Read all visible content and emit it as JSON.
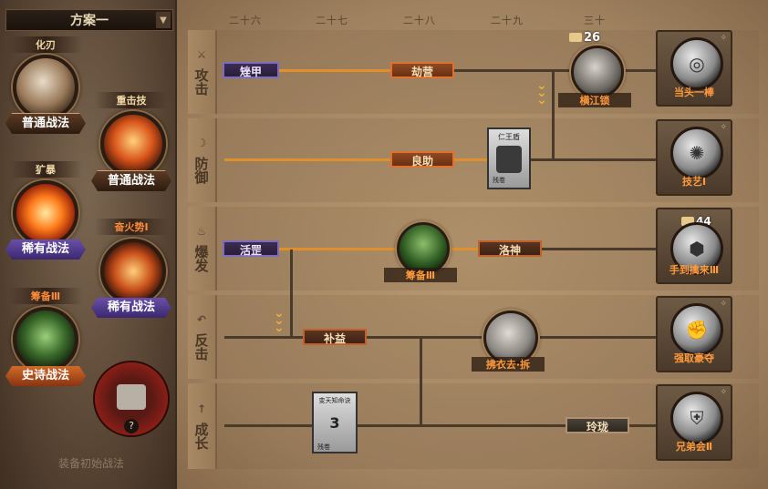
{
  "scheme_selector": {
    "label": "方案一",
    "arrow": "▼"
  },
  "equipped_skills": [
    {
      "name": "化刃",
      "type_label": "普通战法",
      "tier": "normal"
    },
    {
      "name": "重击技",
      "type_label": "普通战法",
      "tier": "normal"
    },
    {
      "name": "犷暴",
      "type_label": "稀有战法",
      "tier": "rare"
    },
    {
      "name": "奋火势Ⅰ",
      "type_label": "稀有战法",
      "tier": "rare"
    },
    {
      "name": "筹备Ⅲ",
      "type_label": "史诗战法",
      "tier": "epic"
    }
  ],
  "empty_slot": {
    "badge": "?"
  },
  "footer_text": "装备初始战法",
  "days": [
    "二十六",
    "二十七",
    "二十八",
    "二十九",
    "三十"
  ],
  "rows": [
    {
      "label": "攻击",
      "icon": "⚔"
    },
    {
      "label": "防御",
      "icon": "☽"
    },
    {
      "label": "爆发",
      "icon": "♨"
    },
    {
      "label": "反击",
      "icon": "↶"
    },
    {
      "label": "成长",
      "icon": "↑"
    }
  ],
  "tags": {
    "jia_jia": "矬甲",
    "jie_ying": "劫营",
    "liang_zhu": "良助",
    "huo_li": "活罡",
    "luo_shen": "洛神",
    "bu_yi": "补益",
    "ling_long": "玲珑"
  },
  "nodes": {
    "heng_jiang_suo": {
      "label": "横江锁",
      "cost": "26"
    },
    "chou_bei": {
      "label": "筹备Ⅲ"
    },
    "fu_yi_qu": {
      "label": "拂衣去·拆"
    }
  },
  "books": {
    "defense_book": {
      "title": "仁王盾",
      "foot": "残卷"
    },
    "growth_book": {
      "title": "变天知命诀",
      "num": "3",
      "foot": "残卷"
    }
  },
  "finals": [
    {
      "label": "当头一棒",
      "cost": ""
    },
    {
      "label": "技艺Ⅰ",
      "cost": ""
    },
    {
      "label": "手到擒来Ⅲ",
      "cost": "44"
    },
    {
      "label": "强取豪夺",
      "cost": ""
    },
    {
      "label": "兄弟会Ⅱ",
      "cost": ""
    }
  ],
  "colors": {
    "accent_orange": "#e0902a",
    "rare_purple": "#6a4fa8",
    "epic_orange": "#d06a2a"
  }
}
